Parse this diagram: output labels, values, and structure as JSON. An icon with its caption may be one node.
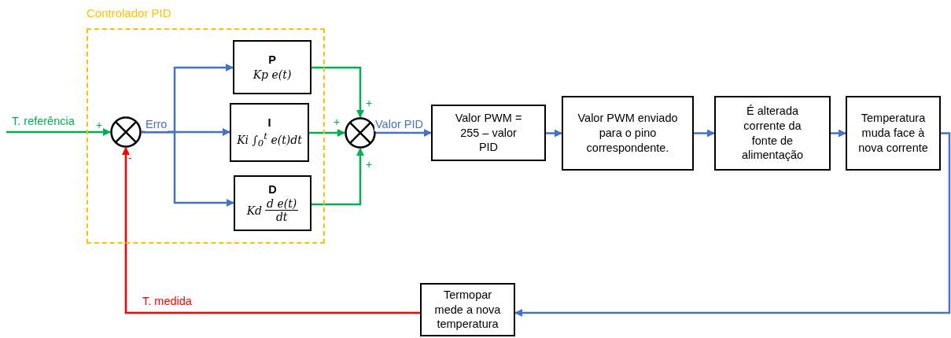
{
  "diagram": {
    "nodes": [
      {
        "text": [
          "Controlador PID"
        ]
      },
      {
        "text": [],
        "shape": "circle",
        "in": 0
      },
      {
        "text": [
          "P",
          "Kp e(t)"
        ],
        "in": 0
      },
      {
        "text": [
          "I",
          "Ki ∫$_{0}$$^{t}$ e(t)dt"
        ],
        "in": 0
      },
      {
        "text": [
          "D",
          "Kd",
          "d e(t)",
          "dt"
        ],
        "in": 0
      },
      {
        "text": [],
        "shape": "circle"
      },
      {
        "text": [
          "Valor PWM = 255 – valor PID"
        ]
      },
      {
        "text": [
          "Valor PWM enviado para o pino correspondente."
        ]
      },
      {
        "text": [
          "É alterada corrente da fonte de alimentação"
        ]
      },
      {
        "text": [
          "Temperatura muda face à nova corrente"
        ]
      },
      {
        "text": [
          "Termopar mede a nova temperatura"
        ]
      }
    ],
    "edges": [
      {
        "from": null,
        "to": 1,
        "arrow": "to",
        "label": "T. referência",
        "color": "#00b050"
      },
      {
        "from": 1,
        "to": 2,
        "arrow": "to"
      },
      {
        "from": 1,
        "to": 3,
        "arrow": "to",
        "label": "Erro"
      },
      {
        "from": 1,
        "to": 4,
        "arrow": "to"
      },
      {
        "from": 2,
        "to": 5,
        "arrow": "to",
        "color": "#00b050"
      },
      {
        "from": 3,
        "to": 5,
        "arrow": "to",
        "color": "#00b050"
      },
      {
        "from": 4,
        "to": 5,
        "arrow": "to",
        "color": "#00b050"
      },
      {
        "from": 5,
        "to": 6,
        "arrow": "to",
        "label": "Valor PID"
      },
      {
        "from": 6,
        "to": 7,
        "arrow": "to"
      },
      {
        "from": 7,
        "to": 8,
        "arrow": "to"
      },
      {
        "from": 8,
        "to": 9,
        "arrow": "to"
      },
      {
        "from": 9,
        "to": 10,
        "arrow": "to"
      },
      {
        "from": 10,
        "to": 1,
        "arrow": "to",
        "label": "T. medida",
        "color": "#ff0000"
      }
    ],
    "labels": [
      "+",
      "-",
      "+",
      "+",
      "+"
    ]
  }
}
